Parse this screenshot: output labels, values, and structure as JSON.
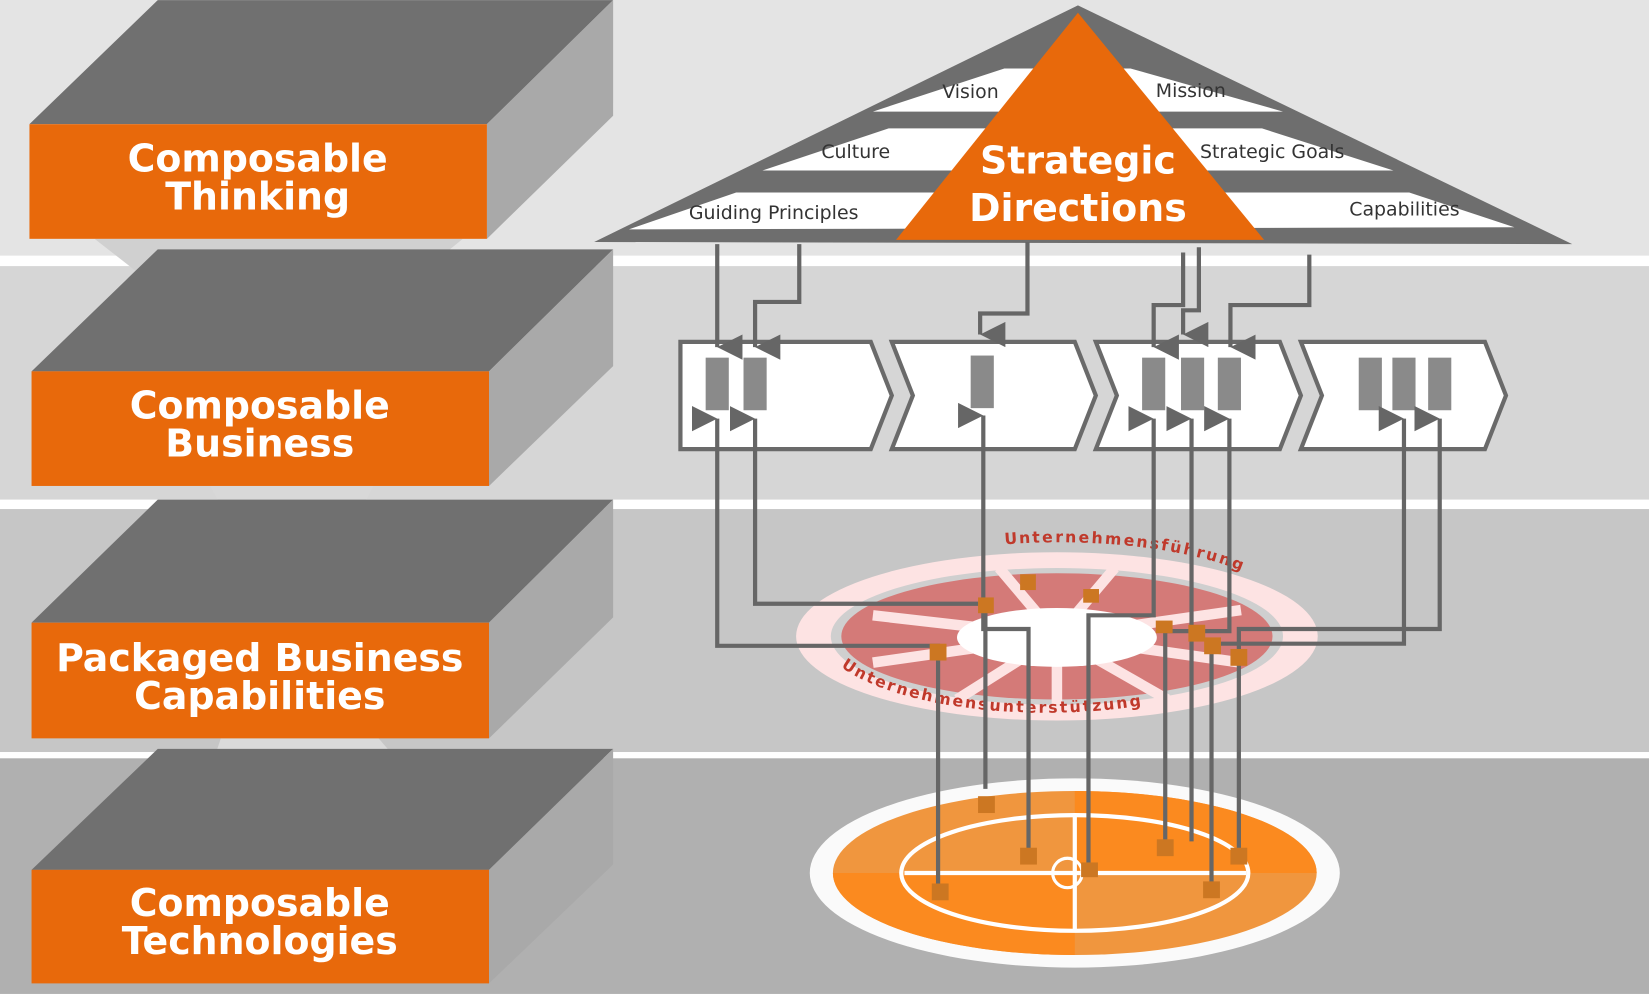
{
  "layers": [
    {
      "line1": "Composable",
      "line2": "Thinking"
    },
    {
      "line1": "Composable",
      "line2": "Business"
    },
    {
      "line1": "Packaged Business",
      "line2": "Capabilities"
    },
    {
      "line1": "Composable",
      "line2": "Technologies"
    }
  ],
  "roof": {
    "center_line1": "Strategic",
    "center_line2": "Directions",
    "vision": "Vision",
    "mission": "Mission",
    "culture": "Culture",
    "strategic_goals": "Strategic Goals",
    "guiding_principles": "Guiding Principles",
    "capabilities": "Capabilities"
  },
  "ring": {
    "top_text": "Unternehmensführung",
    "bottom_text": "Unternehmensunterstützung"
  },
  "colors": {
    "accent": "#e8690b",
    "dark": "#707070",
    "side": "#a9a9a9",
    "connector": "#cc7722"
  }
}
